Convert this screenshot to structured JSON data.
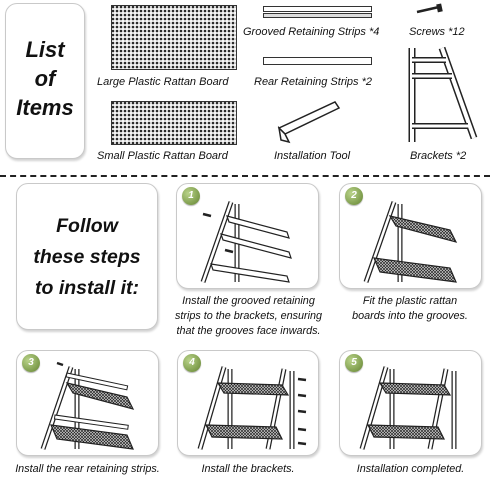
{
  "header": {
    "list_line1": "List",
    "list_line2": "of",
    "list_line3": "Items"
  },
  "items": {
    "large_board": "Large Plastic Rattan Board",
    "grooved_strips": "Grooved Retaining Strips *4",
    "screws": "Screws *12",
    "rear_strips": "Rear Retaining Strips *2",
    "small_board": "Small Plastic Rattan Board",
    "tool": "Installation Tool",
    "brackets": "Brackets *2"
  },
  "instructions": {
    "line1": "Follow",
    "line2": "these steps",
    "line3": "to install it:"
  },
  "steps": [
    {
      "number": "1",
      "caption_line1": "Install the grooved retaining",
      "caption_line2": "strips to the brackets, ensuring",
      "caption_line3": "that the grooves face inwards."
    },
    {
      "number": "2",
      "caption_line1": "Fit the plastic rattan",
      "caption_line2": "boards into the grooves."
    },
    {
      "number": "3",
      "caption_line1": "Install the rear retaining strips."
    },
    {
      "number": "4",
      "caption_line1": "Install the brackets."
    },
    {
      "number": "5",
      "caption_line1": "Installation completed."
    }
  ]
}
